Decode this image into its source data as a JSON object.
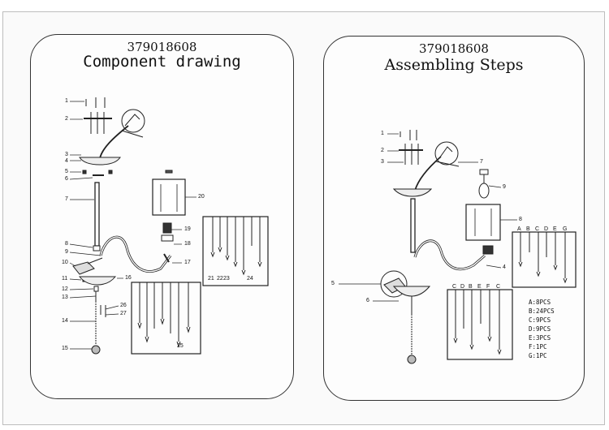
{
  "left_panel": {
    "code": "379018608",
    "title": "Component drawing",
    "labels": [
      "1",
      "2",
      "3",
      "4",
      "5",
      "6",
      "7",
      "8",
      "9",
      "10",
      "11",
      "12",
      "13",
      "14",
      "15",
      "16",
      "17",
      "18",
      "19",
      "20",
      "21",
      "22",
      "23",
      "24",
      "25",
      "26",
      "27"
    ]
  },
  "right_panel": {
    "code": "379018608",
    "title": "Assembling Steps",
    "labels": [
      "1",
      "2",
      "3",
      "4",
      "5",
      "6",
      "7",
      "8",
      "9"
    ],
    "crystal_letters": [
      "A",
      "B",
      "C",
      "D",
      "E",
      "F",
      "G"
    ],
    "quantities": [
      "A:8PCS",
      "B:24PCS",
      "C:9PCS",
      "D:9PCS",
      "E:3PCS",
      "F:1PC",
      "G:1PC"
    ]
  }
}
